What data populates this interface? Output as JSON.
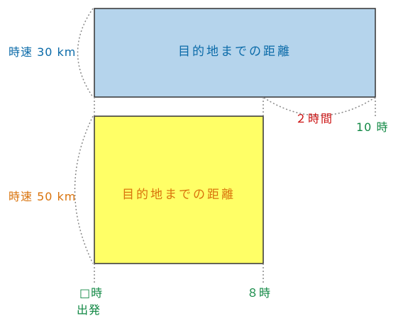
{
  "colors": {
    "blue_box_fill": "#b5d4ec",
    "yellow_box_fill": "#ffff66",
    "box_border": "#333333",
    "blue_text": "#0a6aa8",
    "orange_text": "#d9730c",
    "red_text": "#cc1111",
    "green_text": "#118844",
    "dotted_line": "#888888"
  },
  "top_box": {
    "label": "目的地までの距離",
    "speed_label": "時速 30 km"
  },
  "bottom_box": {
    "label": "目的地までの距離",
    "speed_label": "時速 50 km"
  },
  "time_gap_label": "２時間",
  "time_labels": {
    "arrival_slow": "10 時",
    "arrival_fast": "８時",
    "departure_time": "□時",
    "departure_word": "出発"
  }
}
